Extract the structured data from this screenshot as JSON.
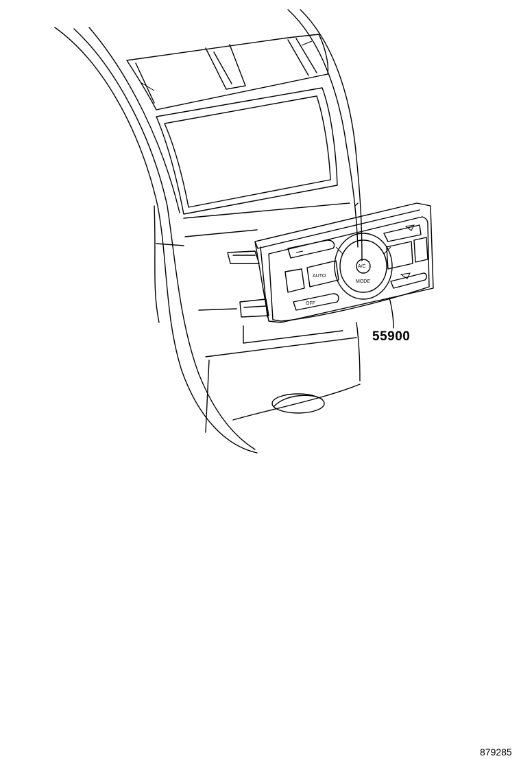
{
  "callout": {
    "part_number": "55900"
  },
  "figure": {
    "number": "879285"
  },
  "panel": {
    "buttons": {
      "auto": "AUTO",
      "off": "OFF",
      "ac": "A/C",
      "mode": "MODE"
    }
  }
}
